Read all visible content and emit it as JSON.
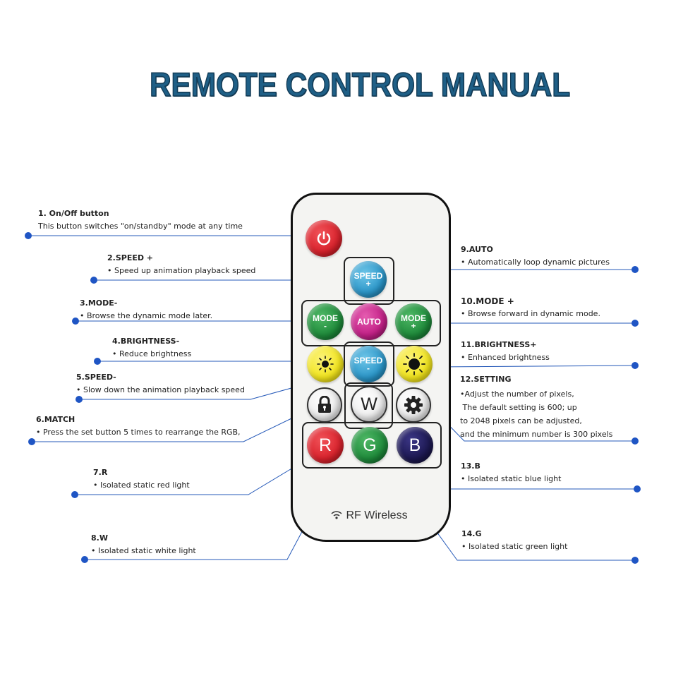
{
  "title": "REMOTE CONTROL MANUAL",
  "remote": {
    "brand_label": "RF Wireless",
    "buttons": {
      "speed_up": [
        "SPEED",
        "+"
      ],
      "mode_minus": [
        "MODE",
        "-"
      ],
      "auto": "AUTO",
      "mode_plus": [
        "MODE",
        "+"
      ],
      "speed_down": [
        "SPEED",
        "-"
      ],
      "w": "W",
      "r": "R",
      "g": "G",
      "b": "B"
    },
    "colors": {
      "red": "#d9222c",
      "green": "#1e8a3a",
      "blue": "#2a95c8",
      "magenta": "#c21f86",
      "yellow": "#f2e51d",
      "navy": "#1c1850",
      "white": "#f5f5f5",
      "line_blue": "#2458b8"
    }
  },
  "labels": {
    "onoff": {
      "heading": "1. On/Off button",
      "desc": "This button switches \"on/standby\" mode at any time"
    },
    "speed_plus": {
      "heading": "2.SPEED +",
      "desc": "• Speed up animation playback speed"
    },
    "mode_minus": {
      "heading": "3.MODE-",
      "desc": "• Browse the dynamic mode later."
    },
    "bright_minus": {
      "heading": "4.BRIGHTNESS-",
      "desc": "• Reduce brightness"
    },
    "speed_minus": {
      "heading": "5.SPEED-",
      "desc": "• Slow down the animation playback speed"
    },
    "match": {
      "heading": "6.MATCH",
      "desc": "• Press the set button 5 times to rearrange the RGB,"
    },
    "r": {
      "heading": "7.R",
      "desc": "• Isolated static red light"
    },
    "w": {
      "heading": "8.W",
      "desc": "• Isolated static white light"
    },
    "auto": {
      "heading": "9.AUTO",
      "desc": "• Automatically loop dynamic pictures"
    },
    "mode_plus": {
      "heading": "10.MODE +",
      "desc": "• Browse forward in dynamic mode."
    },
    "bright_plus": {
      "heading": "11.BRIGHTNESS+",
      "desc": "• Enhanced brightness"
    },
    "setting": {
      "heading": "12.SETTING",
      "desc_lines": [
        "•Adjust the number of pixels,",
        " The default setting is 600; up",
        "to 2048 pixels can be adjusted,",
        "and the minimum number is 300 pixels"
      ]
    },
    "b": {
      "heading": "13.B",
      "desc": "• Isolated static blue light"
    },
    "g": {
      "heading": "14.G",
      "desc": "• Isolated static green light"
    }
  }
}
